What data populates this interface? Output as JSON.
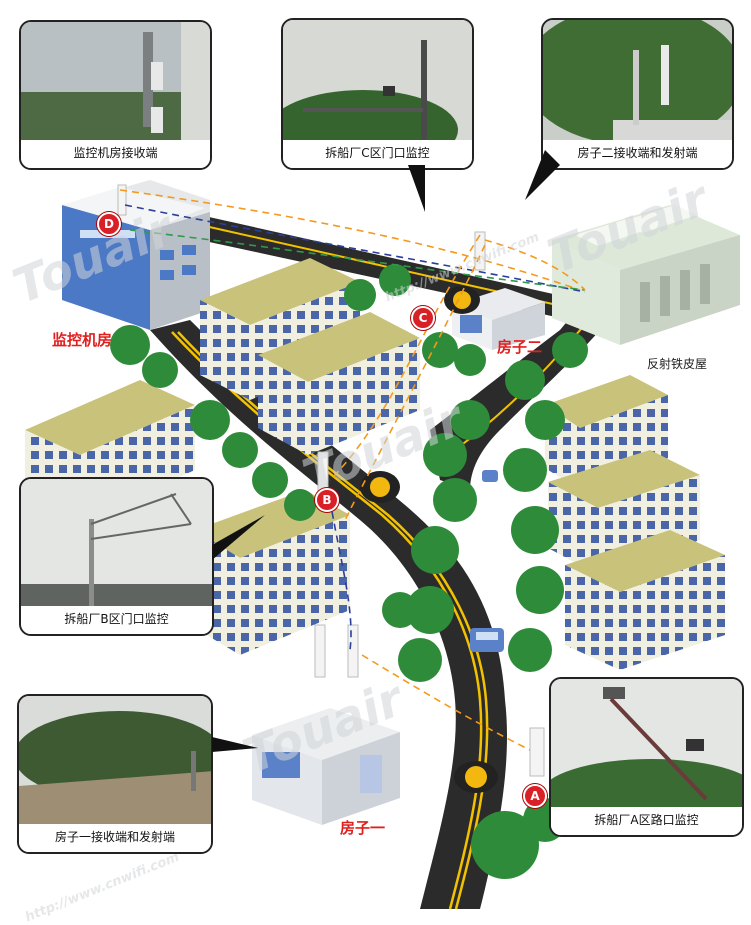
{
  "photos": [
    {
      "id": "p1",
      "caption": "监控机房接收端"
    },
    {
      "id": "p2",
      "caption": "拆船厂C区门口监控"
    },
    {
      "id": "p3",
      "caption": "房子二接收端和发射端"
    },
    {
      "id": "p4",
      "caption": "拆船厂B区门口监控"
    },
    {
      "id": "p5",
      "caption": "房子一接收端和发射端"
    },
    {
      "id": "p6",
      "caption": "拆船厂A区路口监控"
    }
  ],
  "labels": {
    "control_room": "监控机房",
    "house_two": "房子二",
    "house_one": "房子一",
    "reflective_roof": "反射铁皮屋"
  },
  "markers": {
    "a": "A",
    "b": "B",
    "c": "C",
    "d": "D"
  },
  "watermark": {
    "brand": "Touair",
    "url": "http://www.cnwifi.com"
  },
  "colors": {
    "link_orange": "#f39a1e",
    "link_blue": "#2b3f9a",
    "link_green": "#2f9a4a",
    "marker_red": "#d92027",
    "road": "#2b2b2b",
    "road_line": "#f2c200",
    "building_roof": "#c9c27a",
    "tree": "#2e8b3a"
  }
}
